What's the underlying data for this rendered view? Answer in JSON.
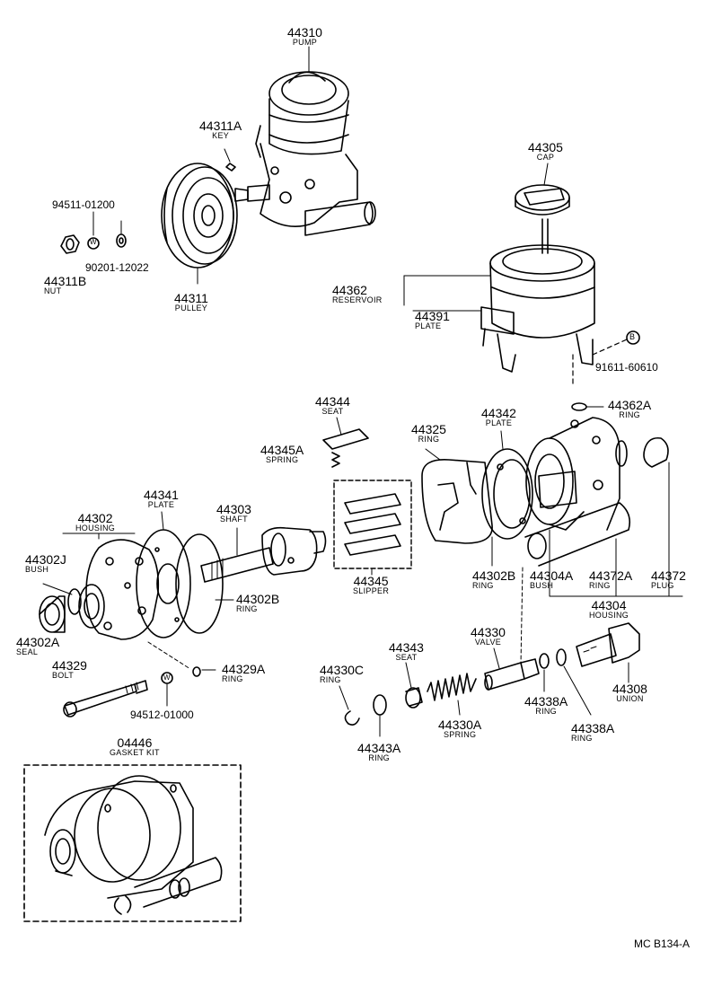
{
  "parts": {
    "pump": {
      "number": "44310",
      "name": "PUMP"
    },
    "key": {
      "number": "44311A",
      "name": "KEY"
    },
    "cap": {
      "number": "44305",
      "name": "CAP"
    },
    "nut": {
      "number": "44311B",
      "name": "NUT"
    },
    "pulley": {
      "number": "44311",
      "name": "PULLEY"
    },
    "reservoir": {
      "number": "44362",
      "name": "RESERVOIR"
    },
    "plate_res": {
      "number": "44391",
      "name": "PLATE"
    },
    "ring_362a": {
      "number": "44362A",
      "name": "RING"
    },
    "seat_344": {
      "number": "44344",
      "name": "SEAT"
    },
    "spring_345a": {
      "number": "44345A",
      "name": "SPRING"
    },
    "ring_325": {
      "number": "44325",
      "name": "RING"
    },
    "plate_342": {
      "number": "44342",
      "name": "PLATE"
    },
    "plate_341": {
      "number": "44341",
      "name": "PLATE"
    },
    "shaft": {
      "number": "44303",
      "name": "SHAFT"
    },
    "housing_302": {
      "number": "44302",
      "name": "HOUSING"
    },
    "bush_302j": {
      "number": "44302J",
      "name": "BUSH"
    },
    "slipper": {
      "number": "44345",
      "name": "SLIPPER"
    },
    "ring_302b_a": {
      "number": "44302B",
      "name": "RING"
    },
    "bush_304a": {
      "number": "44304A",
      "name": "BUSH"
    },
    "ring_372a": {
      "number": "44372A",
      "name": "RING"
    },
    "plug": {
      "number": "44372",
      "name": "PLUG"
    },
    "ring_302b_b": {
      "number": "44302B",
      "name": "RING"
    },
    "housing_304": {
      "number": "44304",
      "name": "HOUSING"
    },
    "seal": {
      "number": "44302A",
      "name": "SEAL"
    },
    "valve": {
      "number": "44330",
      "name": "VALVE"
    },
    "seat_343": {
      "number": "44343",
      "name": "SEAT"
    },
    "bolt": {
      "number": "44329",
      "name": "BOLT"
    },
    "ring_329a": {
      "number": "44329A",
      "name": "RING"
    },
    "ring_330c": {
      "number": "44330C",
      "name": "RING"
    },
    "union": {
      "number": "44308",
      "name": "UNION"
    },
    "ring_338a_a": {
      "number": "44338A",
      "name": "RING"
    },
    "spring_330a": {
      "number": "44330A",
      "name": "SPRING"
    },
    "ring_338a_b": {
      "number": "44338A",
      "name": "RING"
    },
    "ring_343a": {
      "number": "44343A",
      "name": "RING"
    },
    "gasket_kit": {
      "number": "04446",
      "name": "GASKET KIT"
    }
  },
  "part_numbers": {
    "p94511": "94511-01200",
    "p90201": "90201-12022",
    "p91611": "91611-60610",
    "p94512": "94512-01000"
  },
  "markers": {
    "w": "W",
    "b": "B"
  },
  "diagram_code": "MC B134-A"
}
